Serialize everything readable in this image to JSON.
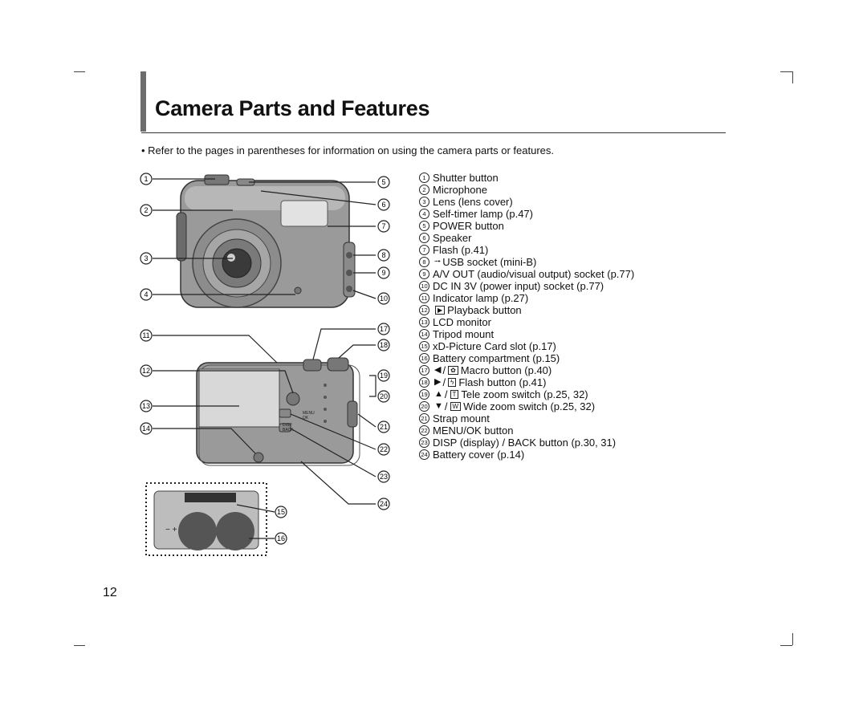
{
  "page": {
    "title": "Camera Parts and Features",
    "intro": "• Refer to the pages in parentheses for information on using the camera parts or features.",
    "page_number": "12"
  },
  "callouts": [
    "1",
    "2",
    "3",
    "4",
    "5",
    "6",
    "7",
    "8",
    "9",
    "10",
    "11",
    "12",
    "13",
    "14",
    "15",
    "16",
    "17",
    "18",
    "19",
    "20",
    "21",
    "22",
    "23",
    "24"
  ],
  "parts": [
    {
      "num": "1",
      "label": "Shutter button"
    },
    {
      "num": "2",
      "label": "Microphone"
    },
    {
      "num": "3",
      "label": "Lens (lens cover)"
    },
    {
      "num": "4",
      "label": "Self-timer lamp (p.47)"
    },
    {
      "num": "5",
      "label": "POWER button"
    },
    {
      "num": "6",
      "label": "Speaker"
    },
    {
      "num": "7",
      "label": "Flash (p.41)"
    },
    {
      "num": "8",
      "icon": "usb-icon",
      "label": "USB socket (mini-B)"
    },
    {
      "num": "9",
      "label": "A/V OUT (audio/visual output) socket (p.77)"
    },
    {
      "num": "10",
      "label": "DC IN 3V (power input) socket (p.77)"
    },
    {
      "num": "11",
      "label": "Indicator lamp (p.27)"
    },
    {
      "num": "12",
      "icon": "playback-icon",
      "label": "Playback button"
    },
    {
      "num": "13",
      "label": "LCD monitor"
    },
    {
      "num": "14",
      "label": "Tripod mount"
    },
    {
      "num": "15",
      "label": "xD-Picture Card slot (p.17)"
    },
    {
      "num": "16",
      "label": "Battery compartment (p.15)"
    },
    {
      "num": "17",
      "icon": "left-arrow-icon",
      "icon2": "macro-icon",
      "label": "Macro button (p.40)"
    },
    {
      "num": "18",
      "icon": "right-arrow-icon",
      "icon2": "flash-icon",
      "label": "Flash button (p.41)"
    },
    {
      "num": "19",
      "icon": "up-arrow-icon",
      "icon2": "tele-zoom-icon",
      "label": "Tele zoom switch (p.25, 32)"
    },
    {
      "num": "20",
      "icon": "down-arrow-icon",
      "icon2": "wide-zoom-icon",
      "label": "Wide zoom switch (p.25, 32)"
    },
    {
      "num": "21",
      "label": "Strap mount"
    },
    {
      "num": "22",
      "label": "MENU/OK button"
    },
    {
      "num": "23",
      "label": "DISP (display) / BACK button (p.30, 31)"
    },
    {
      "num": "24",
      "label": "Battery cover (p.14)"
    }
  ],
  "camera_marks": {
    "menu": "MENU",
    "ok": "OK",
    "disp": "DISP",
    "back": "BACK"
  },
  "colors": {
    "accent_bar": "#6d6d6d",
    "camera_body": "#9a9a9a",
    "text": "#111111"
  }
}
